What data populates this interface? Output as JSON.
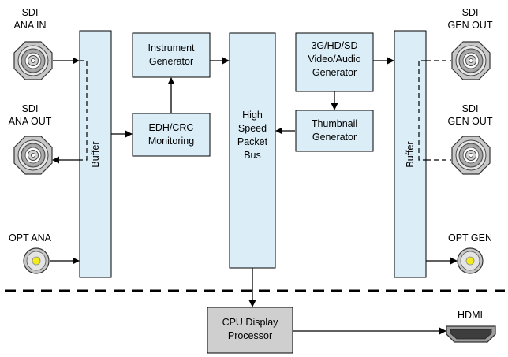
{
  "connectors": {
    "sdi_ana_in": [
      "SDI",
      "ANA IN"
    ],
    "sdi_ana_out": [
      "SDI",
      "ANA OUT"
    ],
    "opt_ana": "OPT ANA",
    "sdi_gen_out_top": [
      "SDI",
      "GEN OUT"
    ],
    "sdi_gen_out_mid": [
      "SDI",
      "GEN OUT"
    ],
    "opt_gen": "OPT GEN",
    "hdmi": "HDMI"
  },
  "blocks": {
    "buffer_left": "Buffer",
    "buffer_right": "Buffer",
    "instrument_generator": [
      "Instrument",
      "Generator"
    ],
    "edh_crc": [
      "EDH/CRC",
      "Monitoring"
    ],
    "packet_bus": [
      "High",
      "Speed",
      "Packet",
      "Bus"
    ],
    "video_audio_gen": [
      "3G/HD/SD",
      "Video/Audio",
      "Generator"
    ],
    "thumbnail_gen": [
      "Thumbnail",
      "Generator"
    ],
    "cpu": [
      "CPU Display",
      "Processor"
    ]
  },
  "colors": {
    "block_fill": "#dbeef8",
    "cpu_fill": "#cfcfcf",
    "connector_yellow": "#f2ec1c"
  }
}
